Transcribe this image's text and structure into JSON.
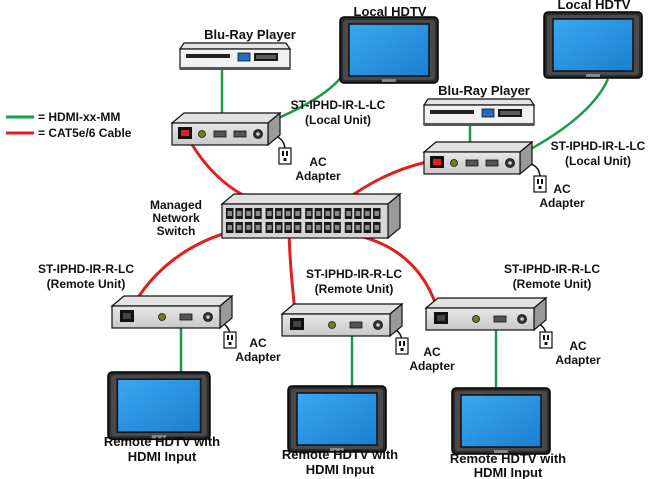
{
  "legend": {
    "hdmi_label": "= HDMI-xx-MM",
    "hdmi_color": "#1a9a4a",
    "cat_label": "= CAT5e/6 Cable",
    "cat_color": "#e02020"
  },
  "local_left": {
    "bluray": "Blu-Ray Player",
    "tv": "Local HDTV",
    "unit_model": "ST-IPHD-IR-L-LC",
    "unit_desc": "(Local Unit)",
    "ac_line1": "AC",
    "ac_line2": "Adapter"
  },
  "local_right": {
    "bluray": "Blu-Ray Player",
    "tv": "Local HDTV",
    "unit_model": "ST-IPHD-IR-L-LC",
    "unit_desc": "(Local Unit)",
    "ac_line1": "AC",
    "ac_line2": "Adapter"
  },
  "switch": {
    "line1": "Managed",
    "line2": "Network",
    "line3": "Switch"
  },
  "remotes": [
    {
      "model": "ST-IPHD-IR-R-LC",
      "desc": "(Remote Unit)",
      "ac_line1": "AC",
      "ac_line2": "Adapter",
      "tv_line1": "Remote HDTV with",
      "tv_line2": "HDMI Input"
    },
    {
      "model": "ST-IPHD-IR-R-LC",
      "desc": "(Remote Unit)",
      "ac_line1": "AC",
      "ac_line2": "Adapter",
      "tv_line1": "Remote HDTV with",
      "tv_line2": "HDMI Input"
    },
    {
      "model": "ST-IPHD-IR-R-LC",
      "desc": "(Remote Unit)",
      "ac_line1": "AC",
      "ac_line2": "Adapter",
      "tv_line1": "Remote HDTV with",
      "tv_line2": "HDMI Input"
    }
  ]
}
